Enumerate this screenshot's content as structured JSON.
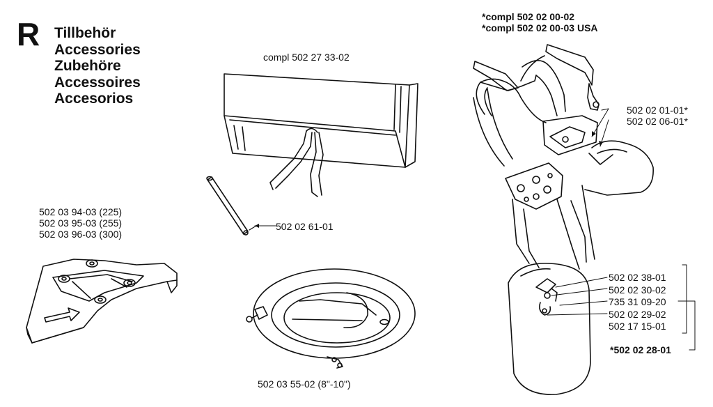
{
  "section_letter": "R",
  "titles": [
    "Tillbehör",
    "Accessories",
    "Zubehöre",
    "Accessoires",
    "Accesorios"
  ],
  "labels": {
    "bag_compl": "compl 502 27 33-02",
    "rod": "502 02 61-01",
    "guard_parts": [
      "502 03 94-03 (225)",
      "502 03 95-03 (255)",
      "502 03 96-03 (300)"
    ],
    "ring": "502 03 55-02 (8\"-10\")",
    "harness_compl": [
      "*compl 502 02 00-02",
      "*compl 502 02 00-03 USA"
    ],
    "harness_parts": [
      "502 02 01-01*",
      "502 02 06-01*"
    ],
    "hip_parts": [
      "502 02 38-01",
      "502 02 30-02",
      "735 31 09-20",
      "502 02 29-02",
      "502 17 15-01"
    ],
    "hip_compl": "*502 02 28-01"
  }
}
